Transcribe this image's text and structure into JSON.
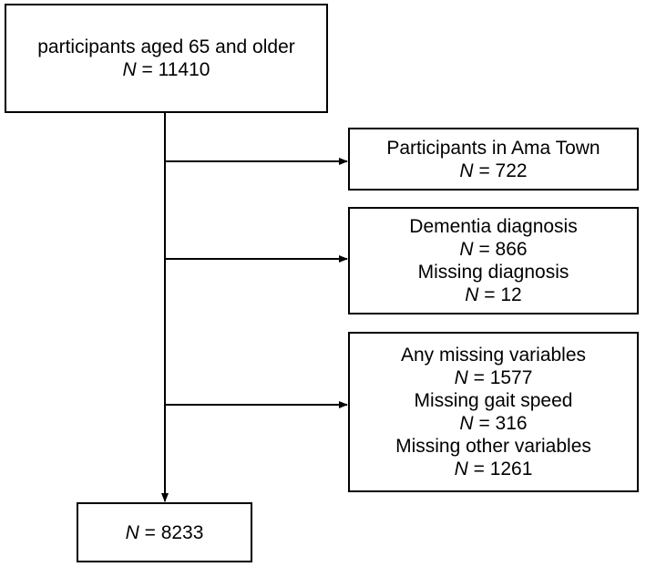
{
  "diagram": {
    "top_box": {
      "title": "participants aged 65 and older",
      "n_var": "N",
      "n_value": "= 11410"
    },
    "exclusions": [
      {
        "lines": [
          {
            "text": "Participants in Ama Town"
          },
          {
            "n_var": "N",
            "n_value": "= 722"
          }
        ]
      },
      {
        "lines": [
          {
            "text": "Dementia diagnosis"
          },
          {
            "n_var": "N",
            "n_value": "= 866"
          },
          {
            "text": "Missing diagnosis"
          },
          {
            "n_var": "N",
            "n_value": "= 12"
          }
        ]
      },
      {
        "lines": [
          {
            "text": "Any missing variables"
          },
          {
            "n_var": "N",
            "n_value": "= 1577"
          },
          {
            "text": "Missing gait speed"
          },
          {
            "n_var": "N",
            "n_value": "= 316"
          },
          {
            "text": "Missing other variables"
          },
          {
            "n_var": "N",
            "n_value": "= 1261"
          }
        ]
      }
    ],
    "final_box": {
      "n_var": "N",
      "n_value": "= 8233"
    },
    "colors": {
      "stroke": "#000000",
      "background": "#ffffff"
    }
  }
}
